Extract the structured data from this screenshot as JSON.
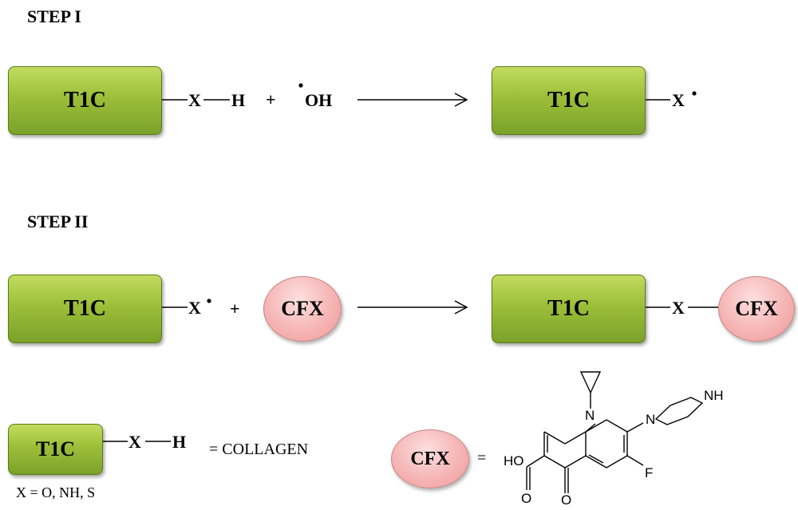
{
  "step1": {
    "title": "STEP I"
  },
  "step2": {
    "title": "STEP II"
  },
  "reaction1": {
    "reactant_box": "T1C",
    "x_label": "X",
    "h_label": "H",
    "plus": "+",
    "radical": "OH",
    "product_box": "T1C",
    "product_x": "X"
  },
  "reaction2": {
    "reactant_box": "T1C",
    "x_label": "X",
    "plus": "+",
    "reagent_oval": "CFX",
    "product_box": "T1C",
    "product_x": "X",
    "product_oval": "CFX"
  },
  "legend": {
    "box": "T1C",
    "x_label": "X",
    "h_label": "H",
    "equals_collagen": "= COLLAGEN",
    "x_definition": "X = O, NH, S",
    "cfx_oval": "CFX",
    "equals": "="
  },
  "structure_labels": {
    "n1": "N",
    "n2": "N",
    "nh": "NH",
    "f": "F",
    "ho": "HO",
    "o1": "O",
    "o2": "O"
  }
}
